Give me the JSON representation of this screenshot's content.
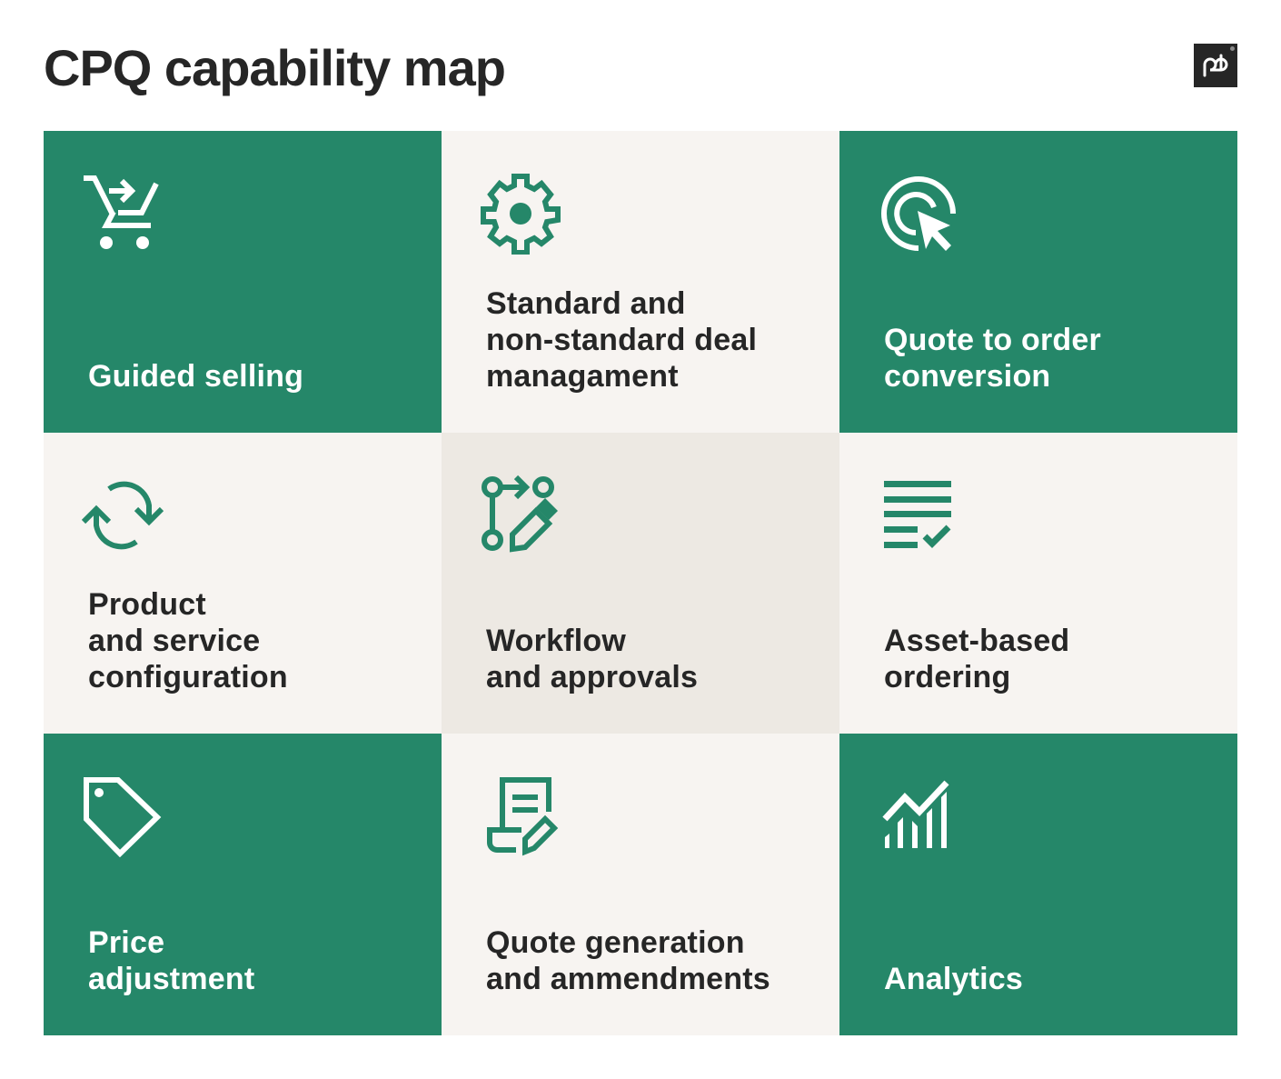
{
  "header": {
    "title": "CPQ capability map",
    "logo_text": "pd"
  },
  "colors": {
    "green": "#258769",
    "light": "#F7F4F1",
    "beige": "#EDE9E3",
    "text_dark": "#262626",
    "text_light": "#FFFFFF"
  },
  "tiles": [
    {
      "label": "Guided selling",
      "icon": "shopping-cart-arrow-icon",
      "style": "green"
    },
    {
      "label": "Standard and\nnon-standard deal\nmanagament",
      "icon": "gear-icon",
      "style": "light"
    },
    {
      "label": "Quote to order\nconversion",
      "icon": "cursor-click-target-icon",
      "style": "green"
    },
    {
      "label": "Product\nand service\nconfiguration",
      "icon": "refresh-cycle-icon",
      "style": "light"
    },
    {
      "label": "Workflow\nand approvals",
      "icon": "workflow-edit-icon",
      "style": "beige"
    },
    {
      "label": "Asset-based\nordering",
      "icon": "checklist-icon",
      "style": "light"
    },
    {
      "label": "Price\nadjustment",
      "icon": "price-tag-icon",
      "style": "green"
    },
    {
      "label": "Quote generation\nand ammendments",
      "icon": "document-edit-icon",
      "style": "light"
    },
    {
      "label": "Analytics",
      "icon": "analytics-chart-icon",
      "style": "green"
    }
  ]
}
